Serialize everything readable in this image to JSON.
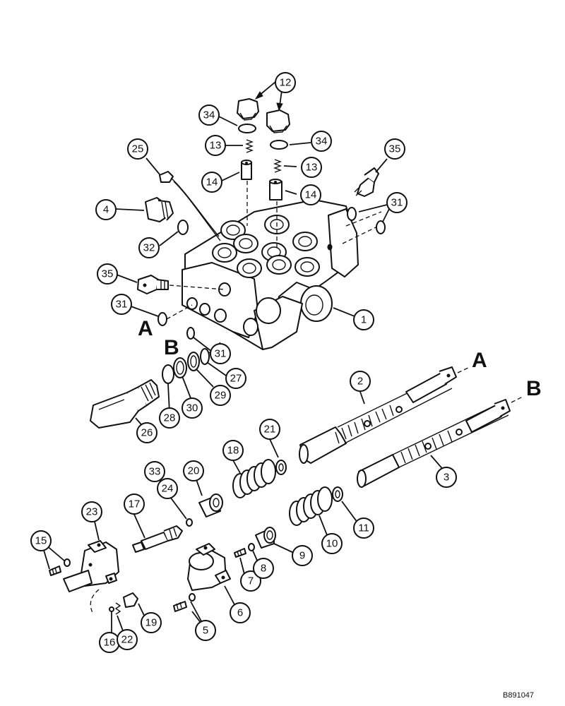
{
  "callouts": {
    "c1": "1",
    "c2": "2",
    "c3": "3",
    "c4": "4",
    "c5": "5",
    "c6": "6",
    "c7": "7",
    "c8": "8",
    "c9": "9",
    "c10": "10",
    "c11": "11",
    "c12": "12",
    "c13a": "13",
    "c13b": "13",
    "c14a": "14",
    "c14b": "14",
    "c15": "15",
    "c16": "16",
    "c17": "17",
    "c18": "18",
    "c19": "19",
    "c20": "20",
    "c21": "21",
    "c22": "22",
    "c23": "23",
    "c24": "24",
    "c25": "25",
    "c26": "26",
    "c27": "27",
    "c28": "28",
    "c29": "29",
    "c30": "30",
    "c31a": "31",
    "c31b": "31",
    "c31c": "31",
    "c32": "32",
    "c33": "33",
    "c34a": "34",
    "c34b": "34",
    "c35a": "35",
    "c35b": "35"
  },
  "reference_letters": {
    "a_body": "A",
    "b_body": "B",
    "a_spool": "A",
    "b_spool": "B"
  },
  "catalog_number": "B891047",
  "colors": {
    "ink": "#111111",
    "paper": "#ffffff"
  }
}
